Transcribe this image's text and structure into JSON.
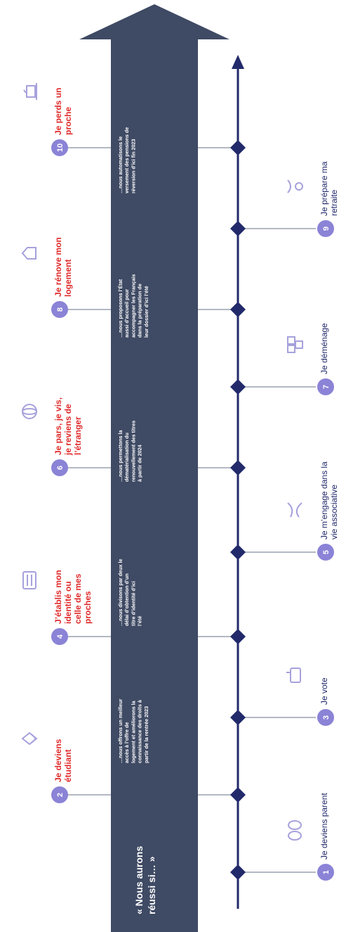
{
  "colors": {
    "band": "#3f4a64",
    "navy": "#222a6b",
    "purple": "#8b83d6",
    "red": "#e02a2a",
    "icon": "#a6a1dc",
    "connector": "#9aa0ad",
    "band_text": "#ffffff"
  },
  "band": {
    "headline": "« Nous aurons réussi si… »",
    "texts": [
      "…nous offrons un meilleur accès à l’offre de logement et améliorons la connaissance des droits à partir de la rentrée 2023",
      "…nous divisons par deux le délai d’obtention d’un titre d’identité d’ici l’été",
      "…nous permettons la dématérialisation du renouvellement des titres à partir de 2024",
      "…nous proposons l’État aussi d’accueil pour accompagner les Français dans la préparation de leur dossier d’ici l’été",
      "…nous automatisons le versement des pensions de réversion d’ici fin 2023"
    ]
  },
  "top_events": [
    {
      "number": "2",
      "label": "Je deviens étudiant",
      "icon": "graduation-cap-icon"
    },
    {
      "number": "4",
      "label": "J’établis mon identité ou celle de mes proches",
      "icon": "id-card-icon"
    },
    {
      "number": "6",
      "label": "Je pars, je vis, je reviens de l’étranger",
      "icon": "globe-icon"
    },
    {
      "number": "8",
      "label": "Je rénove mon logement",
      "icon": "house-icon"
    },
    {
      "number": "10",
      "label": "Je perds un proche",
      "icon": "candle-icon"
    }
  ],
  "bottom_events": [
    {
      "number": "1",
      "label": "Je deviens parent",
      "icon": "baby-icon"
    },
    {
      "number": "3",
      "label": "Je vote",
      "icon": "ballot-box-icon"
    },
    {
      "number": "5",
      "label": "Je m’engage dans la vie associative",
      "icon": "handshake-icon"
    },
    {
      "number": "7",
      "label": "Je déménage",
      "icon": "moving-boxes-icon"
    },
    {
      "number": "9",
      "label": "Je prépare ma retraite",
      "icon": "elderly-person-icon"
    }
  ]
}
